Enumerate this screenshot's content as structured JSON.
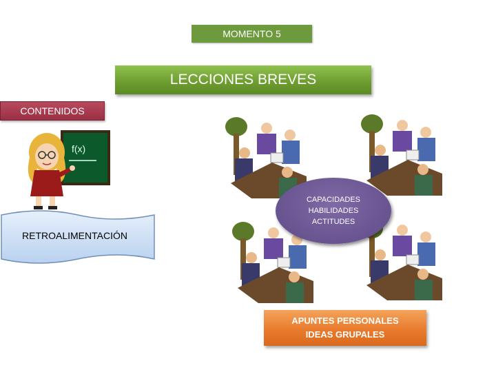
{
  "moment_label": "MOMENTO 5",
  "lessons_label": "LECCIONES BREVES",
  "contents_label": "CONTENIDOS",
  "feedback_label": "RETROALIMENTACIÓN",
  "skills": [
    "CAPACIDADES",
    "HABILIDADES",
    "ACTITUDES"
  ],
  "notes": [
    "APUNTES PERSONALES",
    "IDEAS GRUPALES"
  ],
  "colors": {
    "moment_green": "#6d9a3c",
    "lessons_green": "#7aad3f",
    "contents_red": "#9a2f44",
    "oval_purple": "#6a5593",
    "notes_orange": "#e8782a",
    "banner_blue": "#cfe0f5"
  },
  "icons": [
    "teacher-at-chalkboard-icon",
    "meeting-group-icon"
  ]
}
